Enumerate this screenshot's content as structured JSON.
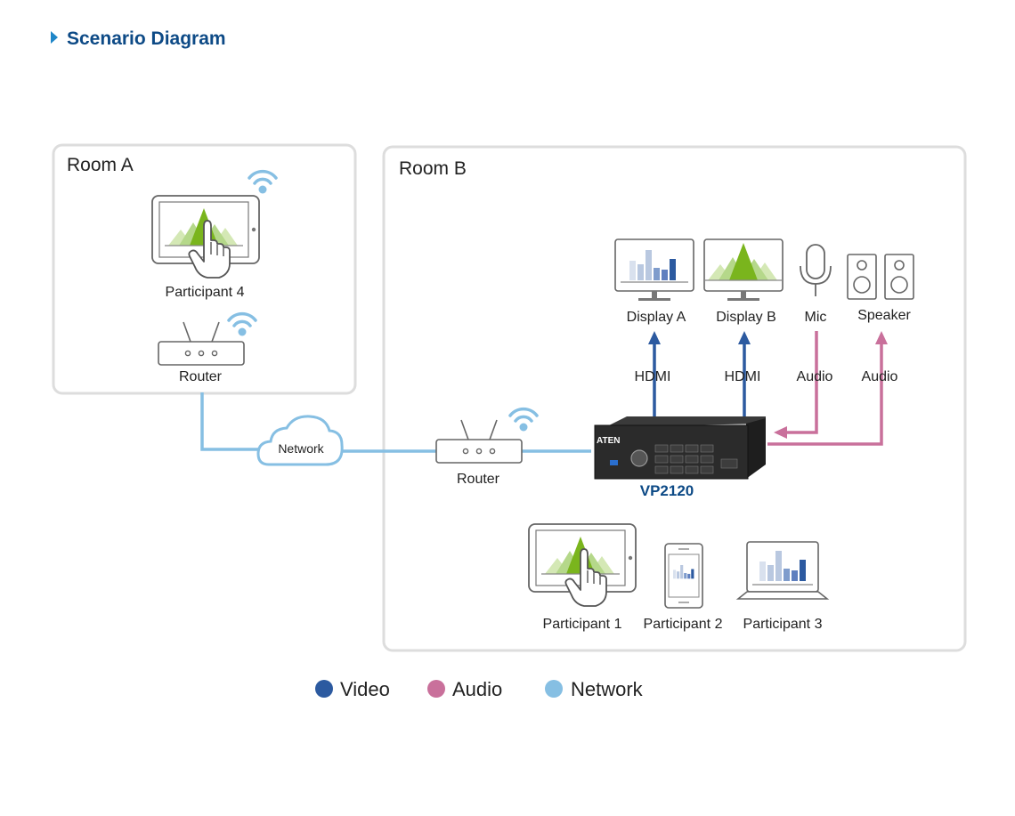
{
  "header": {
    "title": "Scenario Diagram"
  },
  "rooms": [
    {
      "title": "Room A"
    },
    {
      "title": "Room B"
    }
  ],
  "devices": {
    "participant4": "Participant 4",
    "router_a": "Router",
    "router_b": "Router",
    "cloud": "Network",
    "display_a": "Display A",
    "display_b": "Display B",
    "mic": "Mic",
    "speaker": "Speaker",
    "vp_model": "VP2120",
    "vp_brand": "ATEN",
    "participant1": "Participant 1",
    "participant2": "Participant 2",
    "participant3": "Participant 3"
  },
  "connections": {
    "hdmi_a": "HDMI",
    "hdmi_b": "HDMI",
    "audio_mic": "Audio",
    "audio_speaker": "Audio"
  },
  "legend": [
    {
      "label": "Video",
      "color": "#2c5aa0"
    },
    {
      "label": "Audio",
      "color": "#c9709b"
    },
    {
      "label": "Network",
      "color": "#86bfe3"
    }
  ],
  "colors": {
    "video": "#2c5aa0",
    "audio": "#c9709b",
    "network": "#86bfe3",
    "chart_green": "#7ab51d",
    "title": "#0d4a86"
  }
}
